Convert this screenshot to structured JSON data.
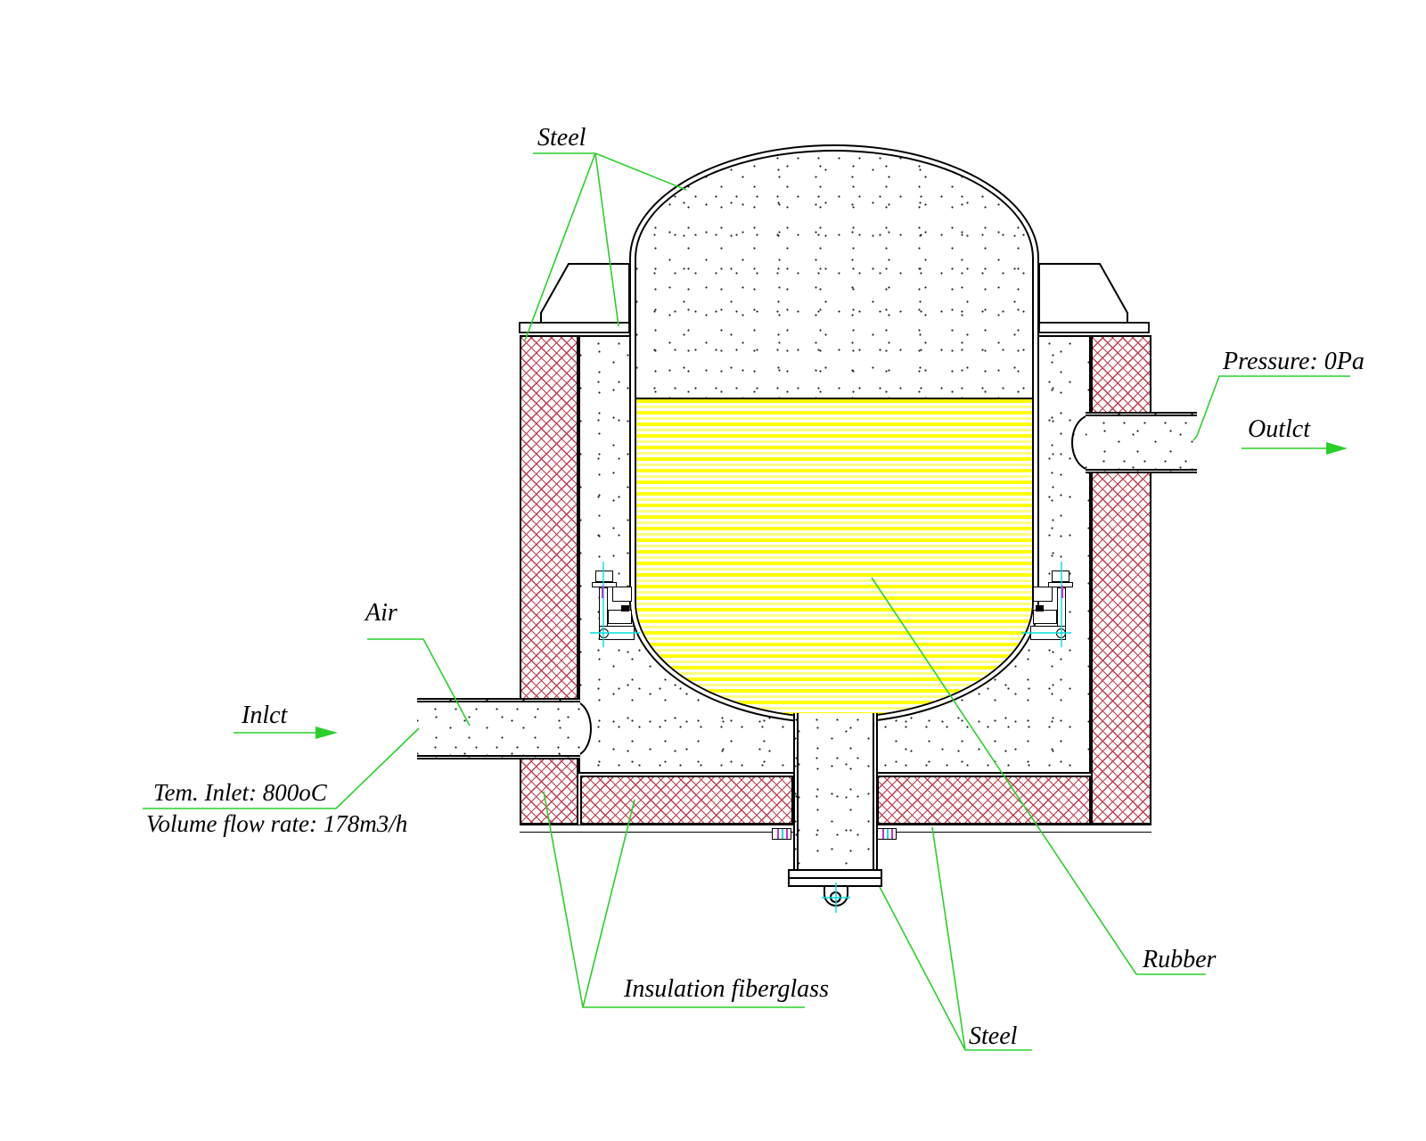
{
  "labels": {
    "steel_top": "Steel",
    "pressure": "Pressure: 0Pa",
    "outlet": "Outlct",
    "air": "Air",
    "inlet": "Inlct",
    "tem_inlet": "Tem. Inlet: 800oC",
    "volume_flow": "Volume flow rate: 178m3/h",
    "insulation": "Insulation fiberglass",
    "steel_bottom": "Steel",
    "rubber": "Rubber"
  },
  "colors": {
    "leader_green": "#2bcf2b",
    "insulation_hatch_red": "#bf3b4d",
    "rubber_yellow": "#ffff00",
    "centerline_cyan": "#00dede",
    "bolt_magenta": "#cc2fcc",
    "line_black": "#000000"
  }
}
